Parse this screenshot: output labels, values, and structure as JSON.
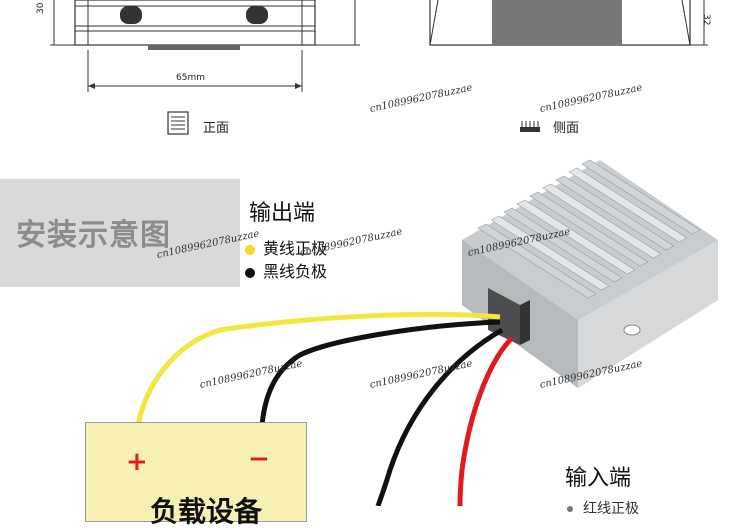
{
  "dimensions": {
    "height_left": "30",
    "width_bottom": "65mm",
    "height_right": "32"
  },
  "views": {
    "front_label": "正面",
    "side_label": "侧面"
  },
  "install_title": "安装示意图",
  "output": {
    "title": "输出端",
    "yellow_label": "黄线正极",
    "black_label": "黑线负极",
    "yellow_color": "#f2dc1a",
    "black_color": "#111111"
  },
  "input": {
    "title": "输入端",
    "partial_label": "红线正极"
  },
  "device": {
    "plus": "+",
    "minus": "−",
    "label": "负载设备",
    "fill_color": "#f7f0b4"
  },
  "wire_colors": {
    "yellow": "#f2e640",
    "black": "#111111",
    "red": "#e01b1b"
  },
  "watermarks": [
    "cn1089962078uzzae",
    "cn1089962078uzzae",
    "cn1089962078uzzae",
    "cn1089962078uzzae",
    "cn1089962078uzzae",
    "cn1089962078uzzae",
    "cn1089962078uzzae",
    "cn1089962078uzzae"
  ]
}
